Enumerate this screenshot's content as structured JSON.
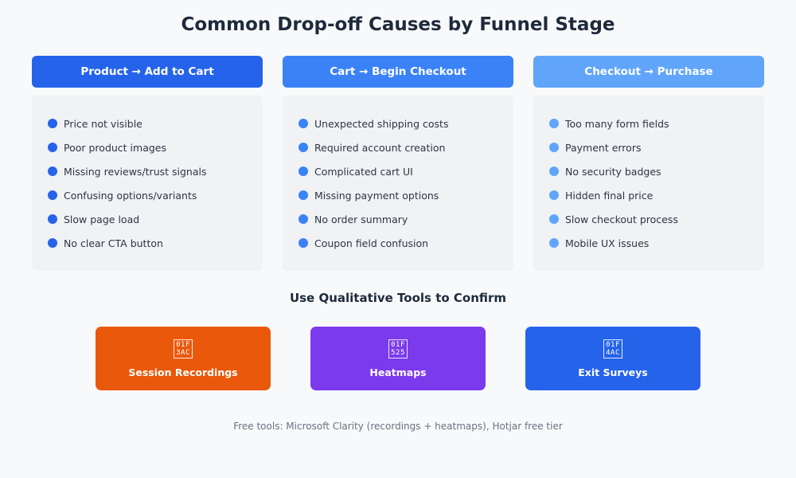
{
  "title": "Common Drop-off Causes by Funnel Stage",
  "stages": [
    {
      "label": "Product → Add to Cart",
      "color": "#2563eb",
      "causes": [
        "Price not visible",
        "Poor product images",
        "Missing reviews/trust signals",
        "Confusing options/variants",
        "Slow page load",
        "No clear CTA button"
      ]
    },
    {
      "label": "Cart → Begin Checkout",
      "color": "#3b82f6",
      "causes": [
        "Unexpected shipping costs",
        "Required account creation",
        "Complicated cart UI",
        "Missing payment options",
        "No order summary",
        "Coupon field confusion"
      ]
    },
    {
      "label": "Checkout → Purchase",
      "color": "#60a5fa",
      "causes": [
        "Too many form fields",
        "Payment errors",
        "No security badges",
        "Hidden final price",
        "Slow checkout process",
        "Mobile UX issues"
      ]
    }
  ],
  "subtitle": "Use Qualitative Tools to Confirm",
  "tools": [
    {
      "label": "Session Recordings",
      "icon_code": "1F3AC",
      "icon_top": "01F",
      "icon_bottom": "3AC",
      "icon": "clapper-board-icon",
      "color": "#ea580c"
    },
    {
      "label": "Heatmaps",
      "icon_code": "1F525",
      "icon_top": "01F",
      "icon_bottom": "525",
      "icon": "fire-icon",
      "color": "#7c3aed"
    },
    {
      "label": "Exit Surveys",
      "icon_code": "1F4AC",
      "icon_top": "01F",
      "icon_bottom": "4AC",
      "icon": "speech-balloon-icon",
      "color": "#2563eb"
    }
  ],
  "footnote": "Free tools: Microsoft Clarity (recordings + heatmaps), Hotjar free tier"
}
